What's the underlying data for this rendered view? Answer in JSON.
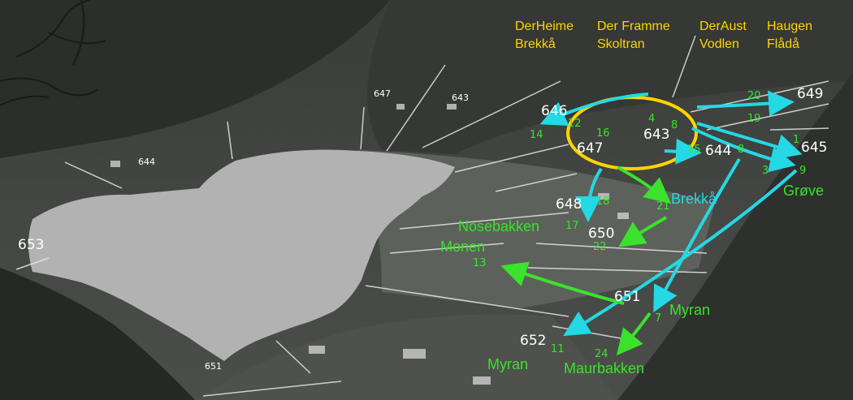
{
  "farm_headers": [
    {
      "line1": "DerHeime",
      "line2": "Brekkå"
    },
    {
      "line1": "Der Framme",
      "line2": "Skoltran"
    },
    {
      "line1": "DerAust",
      "line2": "Vodlen"
    },
    {
      "line1": "Haugen",
      "line2": "Flådå"
    }
  ],
  "lot_numbers_small": {
    "n647": "647",
    "n643": "643",
    "n644": "644",
    "n651": "651"
  },
  "lot_numbers_large": {
    "n653": "653",
    "n646": "646",
    "n647": "647",
    "n643": "643",
    "n644": "644",
    "n645": "645",
    "n649": "649",
    "n648": "648",
    "n650": "650",
    "n651": "651",
    "n652": "652"
  },
  "index_numbers": {
    "i12": "12",
    "i14": "14",
    "i16": "16",
    "i4": "4",
    "i8a": "8",
    "i20": "20",
    "i19": "19",
    "i15": "15",
    "i8b": "8",
    "i1": "1",
    "i3": "3",
    "i9": "9",
    "i18": "18",
    "i17": "17",
    "i21": "21",
    "i22": "22",
    "i13": "13",
    "i7": "7",
    "i11": "11",
    "i24": "24"
  },
  "place_names": {
    "brekka": "Brekkå",
    "grove": "Grøve",
    "nosebakken": "Nosebakken",
    "monen": "Monen",
    "myran_right": "Myran",
    "myran_left": "Myran",
    "maurbakken": "Maurbakken"
  },
  "colors": {
    "arrow_cyan": "#24d8e4",
    "arrow_green": "#3be22c",
    "highlight_yellow": "#ffd400",
    "lake": "#b2b2b2",
    "boundary": "#e6e6e6"
  }
}
